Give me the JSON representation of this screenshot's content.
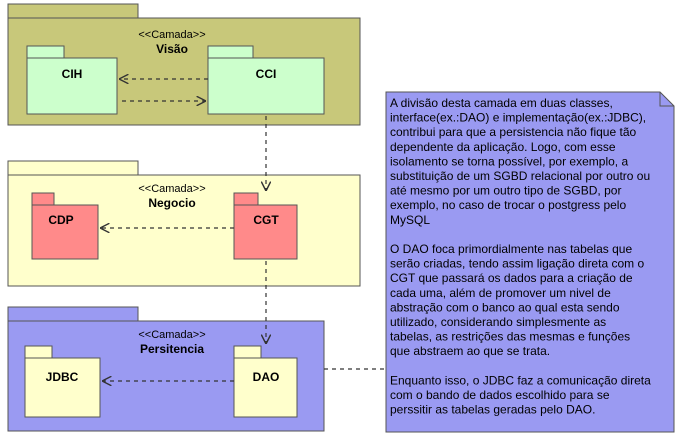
{
  "colors": {
    "visao_layer": "#c8c87a",
    "green_pkg": "#ccffcc",
    "negocio_layer": "#ffffcc",
    "red_pkg": "#ff8a8a",
    "persistencia_layer": "#9a9af2",
    "yellow_pkg": "#ffffcc",
    "note": "#9a9af2"
  },
  "layers": [
    {
      "stereotype": "<<Camada>>",
      "name": "Visão",
      "packages": [
        "CIH",
        "CCI"
      ]
    },
    {
      "stereotype": "<<Camada>>",
      "name": "Negocio",
      "packages": [
        "CDP",
        "CGT"
      ]
    },
    {
      "stereotype": "<<Camada>>",
      "name": "Persitencia",
      "packages": [
        "JDBC",
        "DAO"
      ]
    }
  ],
  "note": {
    "lines": [
      "A divisão desta camada em duas classes,",
      "interface(ex.:DAO) e implementação(ex.:JDBC),",
      "contribui para que a persistencia não fique tão",
      "dependente da aplicação. Logo, com esse",
      "isolamento se torna possível, por exemplo, a",
      "substituição de um SGBD relacional por outro ou",
      "até mesmo por um outro tipo de SGBD, por",
      "exemplo, no caso de trocar o postgress pelo",
      "MySQL",
      "",
      "O DAO foca primordialmente nas tabelas que",
      "serão criadas, tendo assim ligação direta com o",
      "CGT que passará os dados para a criação de",
      "cada uma, além de promover um nivel de",
      "abstração com o banco ao qual esta sendo",
      "utilizado, considerando simplesmente as",
      "tabelas, as restrições das mesmas e funções",
      "que abstraem ao que se trata.",
      "",
      "Enquanto isso, o JDBC faz a comunicação direta",
      "com o bando de dados escolhido para se",
      "perssitir as tabelas geradas pelo DAO."
    ]
  }
}
